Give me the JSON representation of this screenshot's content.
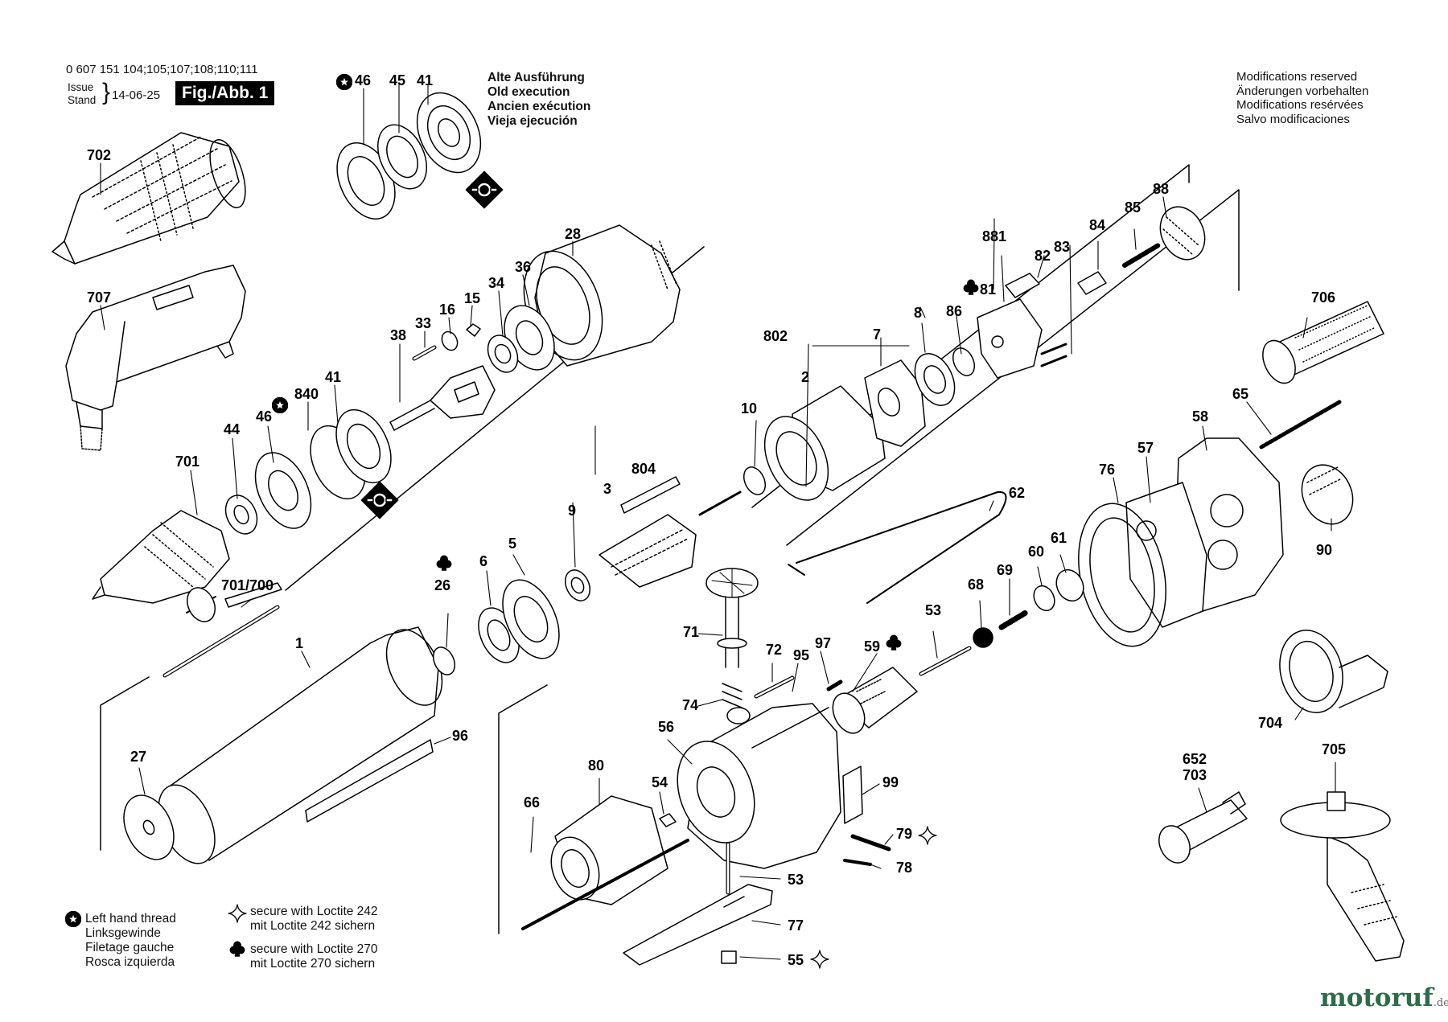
{
  "header": {
    "part_numbers": "0 607 151 104;105;107;108;110;111",
    "issue_label": "Issue",
    "stand_label": "Stand",
    "date": "14-06-25",
    "figure_label": "Fig./Abb. 1"
  },
  "modifications": [
    "Modifications reserved",
    "Änderungen vorbehalten",
    "Modifications resérvées",
    "Salvo modificaciones"
  ],
  "old_execution": [
    "Alte Ausführung",
    "Old execution",
    "Ancien exécution",
    "Vieja ejecución"
  ],
  "legend_left": [
    "Left hand thread",
    "Linksgewinde",
    "Filetage gauche",
    "Rosca izquierda"
  ],
  "legend_loctite": [
    "secure with Loctite 242",
    "mit Loctite 242 sichern",
    "secure with Loctite 270",
    "mit Loctite 270 sichern"
  ],
  "logo": {
    "name": "motoruf",
    "tld": ".de",
    "color": "#2f6b4a"
  },
  "labels": {
    "p46a": "46",
    "p45": "45",
    "p41a": "41",
    "p702": "702",
    "p707": "707",
    "p28": "28",
    "p36": "36",
    "p34": "34",
    "p15": "15",
    "p16": "16",
    "p33": "33",
    "p38": "38",
    "p41b": "41",
    "p840": "840",
    "p46b": "46",
    "p44": "44",
    "p701": "701",
    "p802": "802",
    "p881": "881",
    "p88": "88",
    "p85": "85",
    "p84": "84",
    "p83": "83",
    "p82": "82",
    "p81": "81",
    "p86": "86",
    "p8": "8",
    "p7": "7",
    "p2": "2",
    "p10": "10",
    "p804": "804",
    "p3": "3",
    "p9": "9",
    "p5": "5",
    "p6": "6",
    "p26": "26",
    "p701_700": "701/700",
    "p1": "1",
    "p27": "27",
    "p96": "96",
    "p62": "62",
    "p706": "706",
    "p65": "65",
    "p58": "58",
    "p57": "57",
    "p76": "76",
    "p90": "90",
    "p61": "61",
    "p60": "60",
    "p69": "69",
    "p68": "68",
    "p53a": "53",
    "p59": "59",
    "p97": "97",
    "p95": "95",
    "p72": "72",
    "p71": "71",
    "p74": "74",
    "p56": "56",
    "p80": "80",
    "p54": "54",
    "p66": "66",
    "p99": "99",
    "p79": "79",
    "p78": "78",
    "p53b": "53",
    "p77": "77",
    "p55": "55",
    "p704": "704",
    "p705": "705",
    "p652": "652",
    "p703": "703"
  }
}
